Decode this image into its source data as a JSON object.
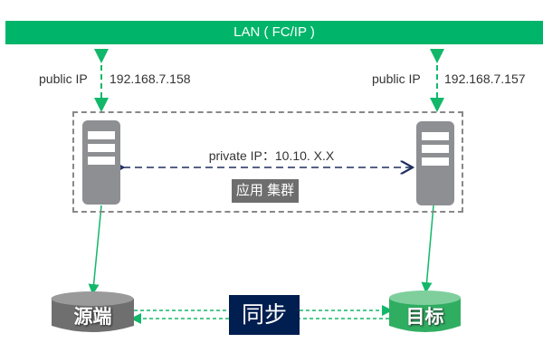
{
  "lan": {
    "label": "LAN ( FC/IP )"
  },
  "left_node": {
    "ip_label": "public IP",
    "ip_address": "192.168.7.158"
  },
  "right_node": {
    "ip_label": "public IP",
    "ip_address": "192.168.7.157"
  },
  "cluster": {
    "private_ip": "private IP：10.10. X.X",
    "label": "应用 集群"
  },
  "storage": {
    "source_label": "源端",
    "target_label": "目标",
    "sync_label": "同步"
  },
  "colors": {
    "lan_green": "#00b56a",
    "server_gray": "#8e8f93",
    "sync_navy": "#001e4f",
    "source_gray": "#6f6f6f",
    "target_green": "#2fae62",
    "link_green": "#12b76a",
    "private_link_navy": "#1f2f5f"
  }
}
